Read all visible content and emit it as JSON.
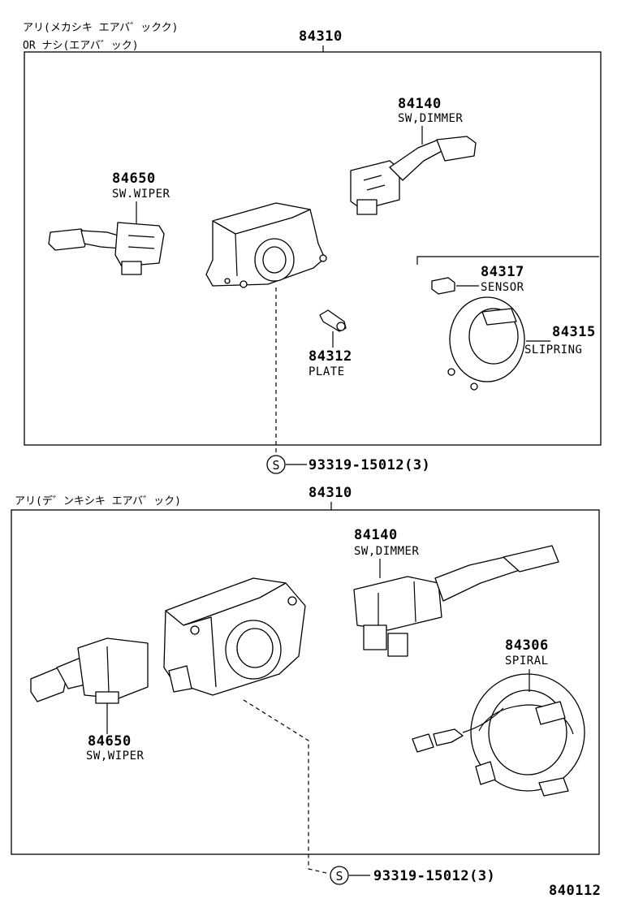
{
  "top_section": {
    "note_line1": "アリ(メカシキ エアバ゛ックク)",
    "note_line2": "OR ナシ(エアバ゛ック)",
    "assembly_number": "84310",
    "parts": [
      {
        "number": "84140",
        "name": "SW,DIMMER"
      },
      {
        "number": "84650",
        "name": "SW.WIPER"
      },
      {
        "number": "84317",
        "name": "SENSOR"
      },
      {
        "number": "84315",
        "name": "SLIPRING"
      },
      {
        "number": "84312",
        "name": "PLATE"
      }
    ],
    "screw_symbol": "S",
    "screw_part": "93319-15012(3)"
  },
  "bottom_section": {
    "note_line1": "アリ(デ゛ンキシキ エアバ゛ック)",
    "assembly_number": "84310",
    "parts": [
      {
        "number": "84140",
        "name": "SW,DIMMER"
      },
      {
        "number": "84306",
        "name": "SPIRAL"
      },
      {
        "number": "84650",
        "name": "SW,WIPER"
      }
    ],
    "screw_symbol": "S",
    "screw_part": "93319-15012(3)"
  },
  "diagram_code": "840112"
}
